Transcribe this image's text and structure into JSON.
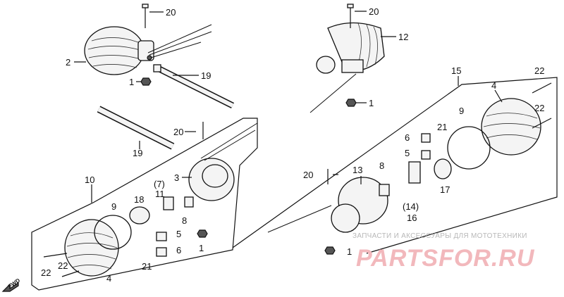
{
  "callouts": [
    "20",
    "2",
    "19",
    "1",
    "20",
    "12",
    "1",
    "15",
    "4",
    "22",
    "22",
    "20",
    "19",
    "10",
    "3",
    "(7)",
    "11",
    "18",
    "9",
    "8",
    "5",
    "6",
    "1",
    "21",
    "22",
    "22",
    "4",
    "FWD",
    "13",
    "8",
    "6",
    "21",
    "5",
    "9",
    "17",
    "20",
    "(14)",
    "16",
    "1"
  ],
  "watermark": {
    "caption": "ЗАПЧАСТИ И АКСЕССУАРЫ ДЛЯ МОТОТЕХНИКИ",
    "brand": "PARTSFOR.RU"
  },
  "colors": {
    "line": "#111111",
    "watermark_brand": "#f2b8bc",
    "watermark_caption": "#b8b8b8"
  }
}
